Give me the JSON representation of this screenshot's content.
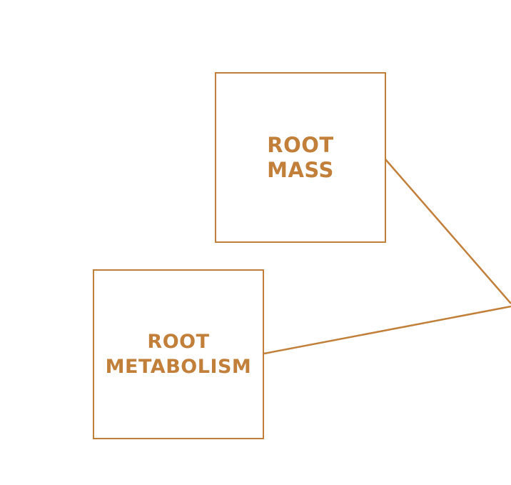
{
  "accent_color": "#C17F3A",
  "nodes": {
    "root_mass": {
      "line1": "ROOT",
      "line2": "MASS"
    },
    "root_metabolism": {
      "line1": "ROOT",
      "line2": "METABOLISM"
    }
  }
}
